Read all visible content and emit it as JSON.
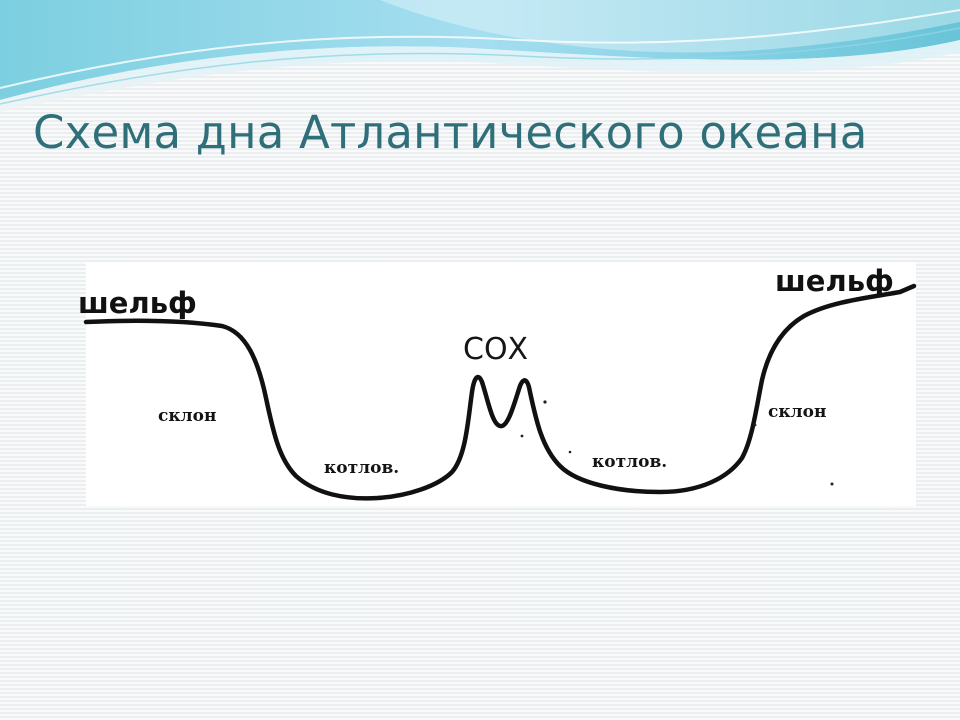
{
  "slide": {
    "title": "Схема дна Атлантического океана"
  },
  "diagram": {
    "labels": {
      "shelf_left": "шельф",
      "shelf_right": "шельф",
      "slope_left": "склон",
      "slope_right": "склон",
      "basin_left": "котлов.",
      "basin_right": "котлов.",
      "ridge": "СОХ"
    }
  },
  "colors": {
    "title": "#2f6f7a",
    "wave_light": "#bfe8f1",
    "wave_mid": "#7ccfe0",
    "profile_line": "#111111"
  }
}
